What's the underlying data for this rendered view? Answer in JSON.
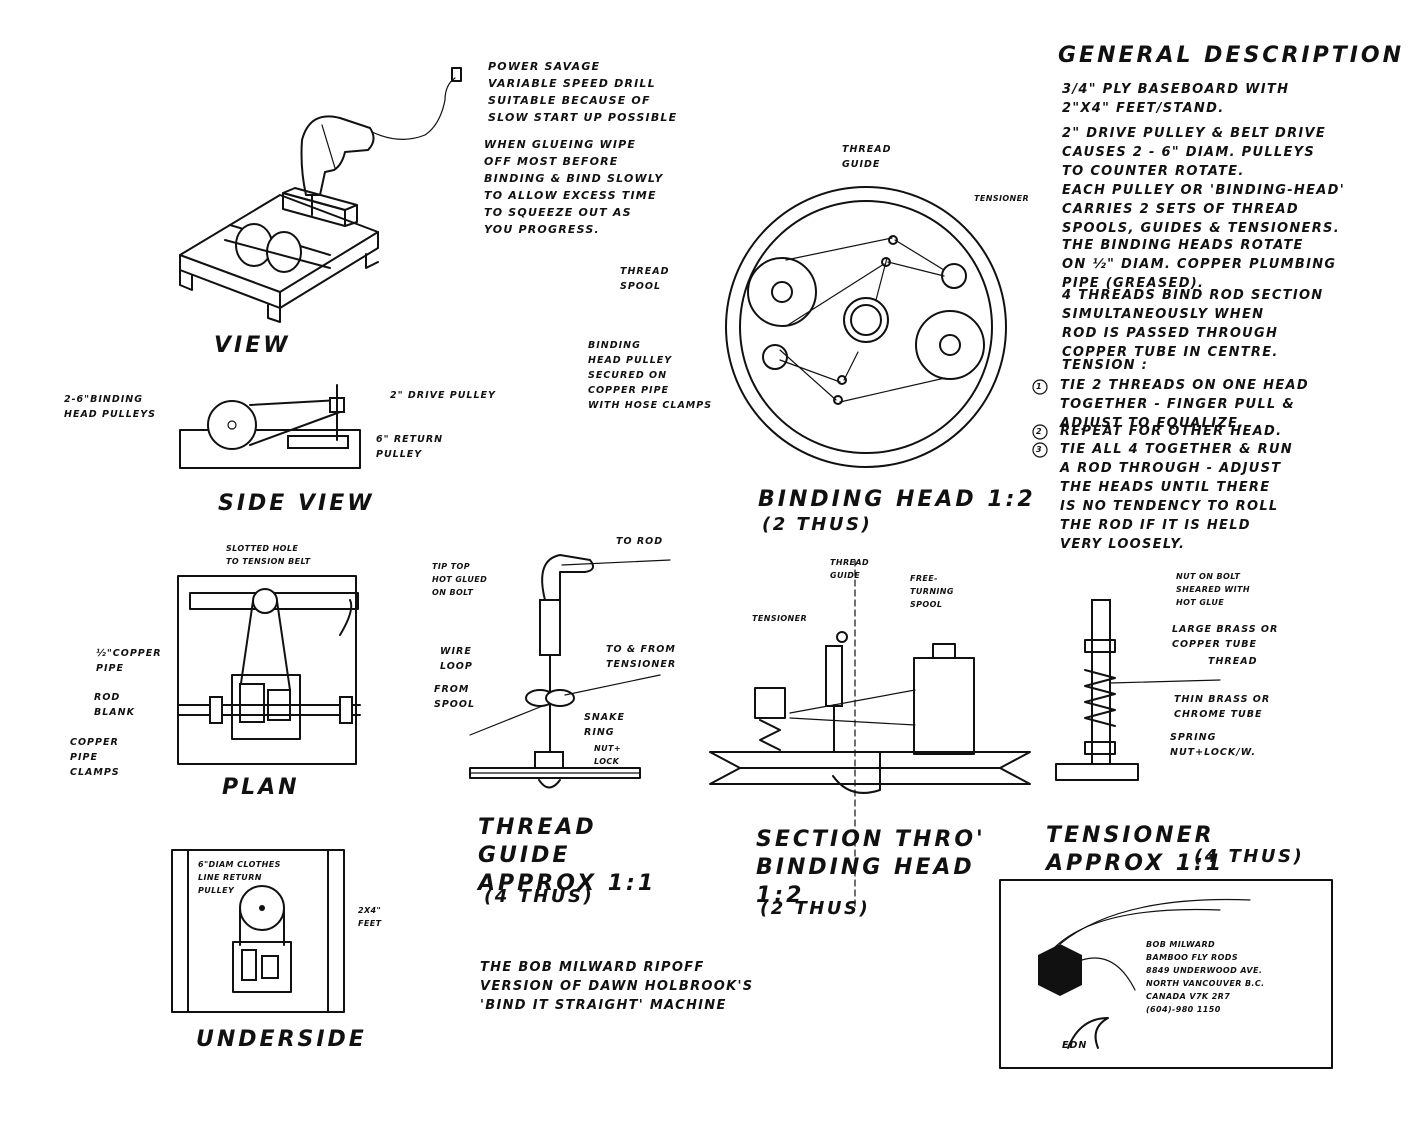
{
  "drill_note": "POWER SAVAGE\nVARIABLE SPEED DRILL\nSUITABLE BECAUSE OF\nSLOW START UP POSSIBLE",
  "glue_note": "WHEN GLUEING WIPE\nOFF MOST BEFORE\nBINDING & BIND SLOWLY\nTO ALLOW EXCESS TIME\nTO SQUEEZE OUT AS\nYOU PROGRESS.",
  "view": {
    "title": "VIEW"
  },
  "side_view": {
    "title": "SIDE VIEW",
    "binding_pulleys": "2-6\"BINDING\nHEAD PULLEYS",
    "drive_pulley": "2\" DRIVE PULLEY",
    "return_pulley": "6\" RETURN\nPULLEY"
  },
  "plan": {
    "title": "PLAN",
    "slotted_hole": "SLOTTED HOLE\nTO TENSION BELT",
    "copper_pipe": "½\"COPPER\nPIPE",
    "rod_blank": "ROD\nBLANK",
    "pipe_clamps": "COPPER\nPIPE\nCLAMPS"
  },
  "underside": {
    "title": "UNDERSIDE",
    "clothes_line": "6\"DIAM CLOTHES\nLINE RETURN\nPULLEY",
    "feet": "2x4\"\nFEET"
  },
  "binding_head": {
    "title": "BINDING HEAD 1:2",
    "subtitle": "(2 THUS)",
    "thread_guide": "THREAD\nGUIDE",
    "tensioner": "TENSIONER",
    "thread_spool": "THREAD\nSPOOL",
    "pulley_note": "BINDING\nHEAD PULLEY\nSECURED ON\nCOPPER PIPE\nWITH HOSE CLAMPS"
  },
  "thread_guide_detail": {
    "title": "THREAD\nGUIDE\nAPPROX 1:1",
    "subtitle": "(4 THUS)",
    "tip_top": "TIP TOP\nHOT GLUED\nON BOLT",
    "to_rod": "TO ROD",
    "wire_loop": "WIRE\nLOOP",
    "from_spool": "FROM\nSPOOL",
    "to_from_tensioner": "TO & FROM\nTENSIONER",
    "snake_ring": "SNAKE\nRING",
    "nut_lock": "NUT+\nLOCK"
  },
  "section": {
    "title": "SECTION THRO'\nBINDING HEAD\n1:2",
    "subtitle": "(2 THUS)",
    "thread_guide": "THREAD\nGUIDE",
    "free_turning": "FREE-\nTURNING\nSPOOL",
    "tensioner": "TENSIONER"
  },
  "tensioner_detail": {
    "title": "TENSIONER\nAPPROX 1:1",
    "subtitle": "(4 THUS)",
    "nut_on_bolt": "NUT ON BOLT\nSHEARED WITH\nHOT GLUE",
    "brass_tube": "LARGE BRASS OR\nCOPPER TUBE",
    "thread": "THREAD",
    "chrome_tube": "THIN BRASS OR\nCHROME TUBE",
    "spring": "SPRING",
    "nut_lock": "NUT+LOCK/W."
  },
  "general": {
    "title": "GENERAL DESCRIPTION",
    "p1": "3/4\" PLY BASEBOARD WITH\n2\"x4\" FEET/STAND.",
    "p2": "2\" DRIVE PULLEY & BELT DRIVE\nCAUSES 2 - 6\" DIAM. PULLEYS\nTO COUNTER ROTATE.\nEACH PULLEY OR 'BINDING-HEAD'\nCARRIES 2 SETS OF THREAD\nSPOOLS, GUIDES & TENSIONERS.",
    "p3": "THE BINDING HEADS ROTATE\nON ½\" DIAM. COPPER PLUMBING\nPIPE (GREASED).",
    "p4": "4 THREADS BIND ROD SECTION\nSIMULTANEOUSLY WHEN\nROD IS PASSED THROUGH\nCOPPER TUBE IN CENTRE.",
    "tension_title": "TENSION :",
    "steps": [
      "TIE 2 THREADS ON ONE HEAD\nTOGETHER - FINGER PULL &\nADJUST TO EQUALIZE.",
      "REPEAT FOR OTHER HEAD.",
      "TIE ALL 4 TOGETHER & RUN\nA ROD THROUGH - ADJUST\nTHE HEADS UNTIL THERE\nIS NO TENDENCY TO ROLL\nTHE ROD IF IT IS HELD\nVERY LOOSELY."
    ],
    "step_numbers": [
      "1",
      "2",
      "3"
    ]
  },
  "credit": "THE BOB MILWARD RIPOFF\nVERSION OF DAWN HOLBROOK'S\n'BIND IT STRAIGHT' MACHINE",
  "stamp": {
    "text": "BOB MILWARD\nBAMBOO FLY RODS\n8849 UNDERWOOD AVE.\nNORTH VANCOUVER B.C.\nCANADA V7K 2R7\n(604)-980 1150",
    "mark": "EDN"
  }
}
